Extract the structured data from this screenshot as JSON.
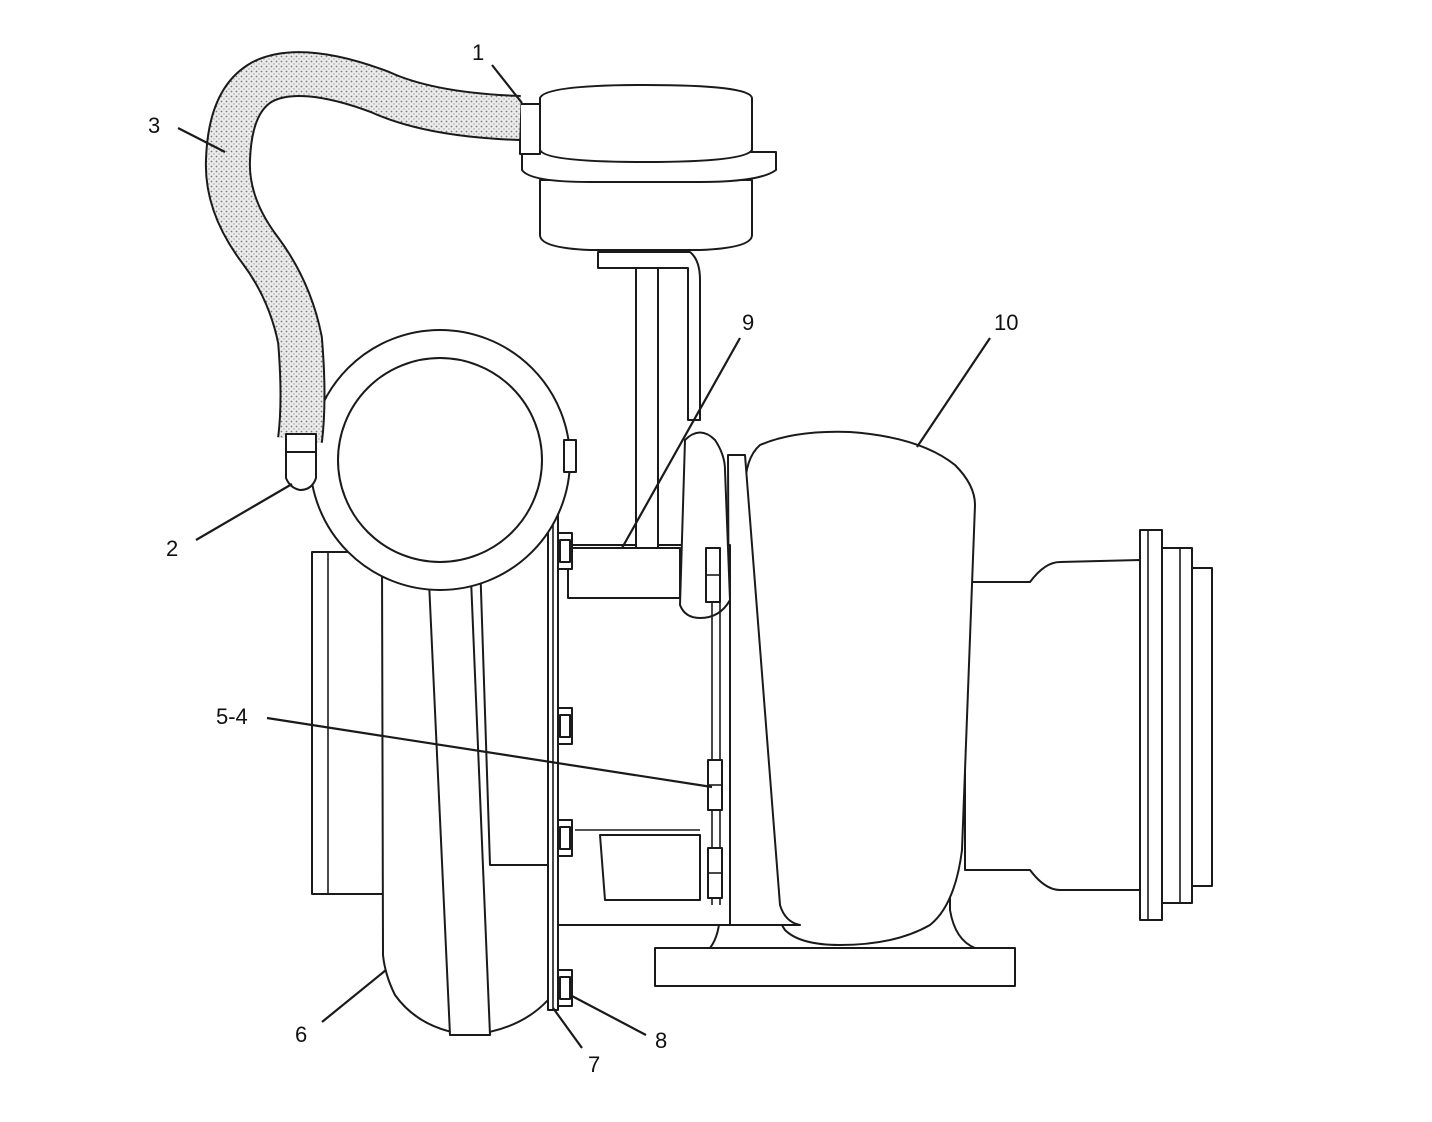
{
  "callouts": {
    "c1": "1",
    "c2": "2",
    "c3": "3",
    "c5_4": "5-4",
    "c6": "6",
    "c7": "7",
    "c8": "8",
    "c9": "9",
    "c10": "10"
  },
  "colors": {
    "line": "#1a1a1a",
    "hose_fill": "#d9d9d9",
    "background": "#ffffff"
  }
}
